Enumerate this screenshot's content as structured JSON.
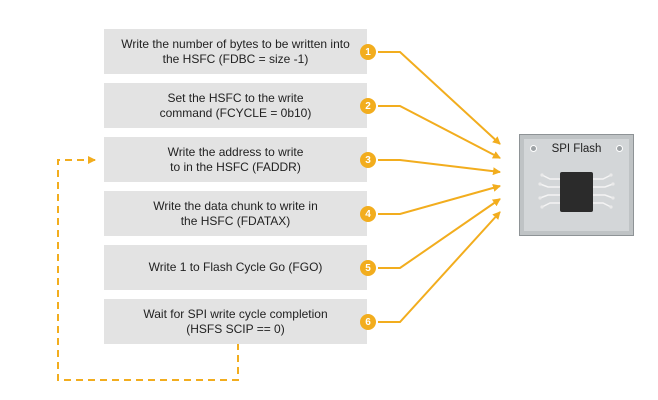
{
  "steps": [
    {
      "number": "1",
      "text": "Write the number of bytes to be written into\nthe HSFC (FDBC = size -1)"
    },
    {
      "number": "2",
      "text": "Set the HSFC to the write\ncommand (FCYCLE = 0b10)"
    },
    {
      "number": "3",
      "text": "Write the address to write\nto in the HSFC (FADDR)"
    },
    {
      "number": "4",
      "text": "Write the data chunk to write in\nthe HSFC (FDATAX)"
    },
    {
      "number": "5",
      "text": "Write 1 to Flash Cycle Go (FGO)"
    },
    {
      "number": "6",
      "text": "Wait for SPI write cycle completion\n(HSFS   SCIP == 0)"
    }
  ],
  "chip": {
    "label": "SPI Flash"
  },
  "colors": {
    "accent": "#f2ad1e",
    "box": "#e3e3e3",
    "chip_body": "#2b2b2b",
    "chip_panel": "#d3d6d8"
  }
}
